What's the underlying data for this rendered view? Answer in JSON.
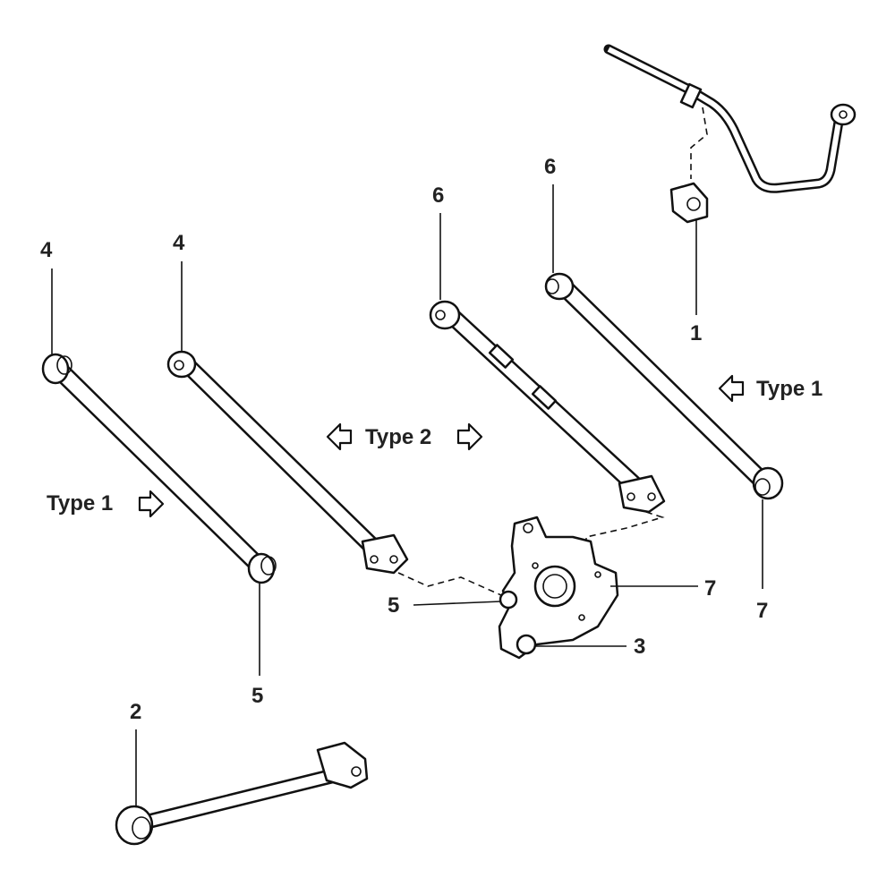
{
  "diagram": {
    "callouts": {
      "c1": "1",
      "c2": "2",
      "c3": "3",
      "c4a": "4",
      "c4b": "4",
      "c5a": "5",
      "c5b": "5",
      "c6a": "6",
      "c6b": "6",
      "c7a": "7",
      "c7b": "7"
    },
    "type_labels": {
      "left_type1": "Type 1",
      "center_type2": "Type 2",
      "right_type1": "Type 1"
    }
  }
}
